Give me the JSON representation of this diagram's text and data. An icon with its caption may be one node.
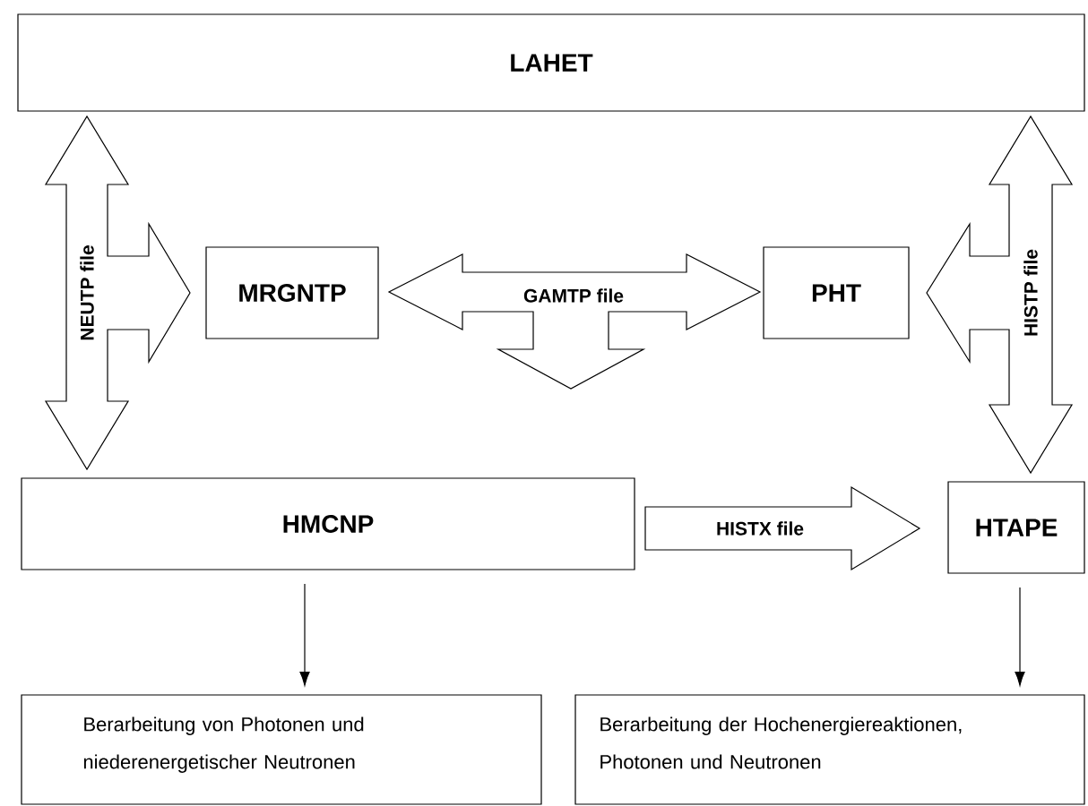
{
  "diagram": {
    "nodes": [
      {
        "text": [
          "LAHET"
        ]
      },
      {
        "text": [
          "MRGNTP"
        ]
      },
      {
        "text": [
          "PHT"
        ]
      },
      {
        "text": [
          "HMCNP"
        ]
      },
      {
        "text": [
          "HTAPE"
        ]
      },
      {
        "text": [
          "Berarbeitung von Photonen und niederenergetischer Neutronen"
        ]
      },
      {
        "text": [
          "Berarbeitung der Hochenergiereaktionen, Photonen und Neutronen"
        ]
      }
    ],
    "edges": [
      {
        "from": 0,
        "to": 3,
        "arrow": "both",
        "label": "NEUTP file"
      },
      {
        "from": 0,
        "to": 1,
        "arrow": "both"
      },
      {
        "from": 3,
        "to": 1,
        "arrow": "both"
      },
      {
        "from": 1,
        "to": 2,
        "arrow": "both",
        "label": "GAMTP file"
      },
      {
        "from": 1,
        "to": null,
        "arrow": "both"
      },
      {
        "from": 2,
        "to": null,
        "arrow": "both"
      },
      {
        "from": 0,
        "to": 4,
        "arrow": "both",
        "label": "HISTP file"
      },
      {
        "from": 0,
        "to": 2,
        "arrow": "both"
      },
      {
        "from": 4,
        "to": 2,
        "arrow": "both"
      },
      {
        "from": 3,
        "to": 4,
        "arrow": "to",
        "label": "HISTX file"
      },
      {
        "from": 3,
        "to": 5,
        "arrow": "to"
      },
      {
        "from": 4,
        "to": 6,
        "arrow": "to"
      }
    ]
  }
}
